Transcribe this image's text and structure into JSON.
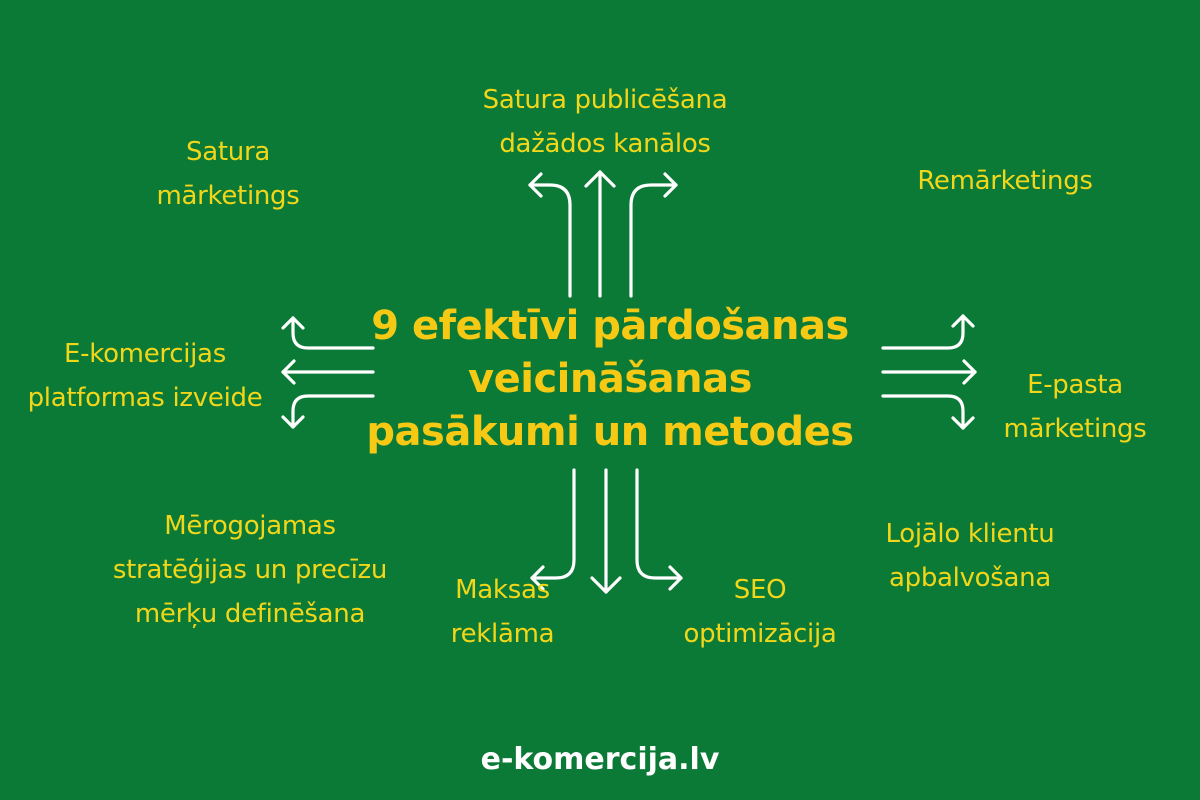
{
  "title": {
    "lines": [
      "9 efektīvi pārdošanas",
      "veicināšanas",
      "pasākumi un metodes"
    ]
  },
  "methods": [
    {
      "id": "content-marketing",
      "lines": [
        "Satura",
        "mārketings"
      ]
    },
    {
      "id": "multichannel-publishing",
      "lines": [
        "Satura publicēšana",
        "dažādos kanālos"
      ]
    },
    {
      "id": "remarketing",
      "lines": [
        "Remārketings"
      ]
    },
    {
      "id": "ecommerce-platform",
      "lines": [
        "E-komercijas",
        "platformas izveide"
      ]
    },
    {
      "id": "email-marketing",
      "lines": [
        "E-pasta",
        "mārketings"
      ]
    },
    {
      "id": "scalable-strategies",
      "lines": [
        "Mērogojamas",
        "stratēģijas un precīzu",
        "mērķu definēšana"
      ]
    },
    {
      "id": "paid-ads",
      "lines": [
        "Maksas",
        "reklāma"
      ]
    },
    {
      "id": "seo",
      "lines": [
        "SEO",
        "optimizācija"
      ]
    },
    {
      "id": "loyalty-rewards",
      "lines": [
        "Lojālo klientu",
        "apbalvošana"
      ]
    }
  ],
  "footer": {
    "brand": "e-komercija.lv"
  },
  "colors": {
    "background": "#0b7a36",
    "title": "#f6c915",
    "labels": "#f2d61a",
    "arrows": "#ffffff",
    "footer": "#ffffff"
  },
  "icons": {
    "top": "three-way-arrow-up-icon",
    "bottom": "three-way-arrow-down-icon",
    "left": "three-way-arrow-left-icon",
    "right": "three-way-arrow-right-icon"
  }
}
